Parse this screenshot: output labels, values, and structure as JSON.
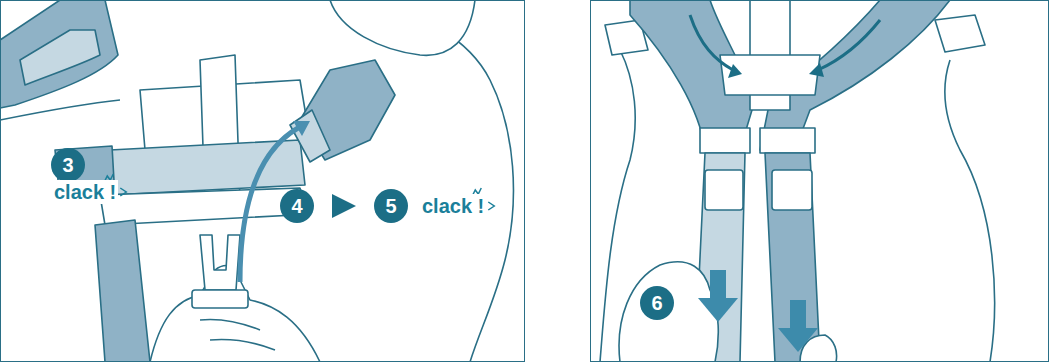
{
  "diagram": {
    "nodes": [
      {
        "text": [
          "3"
        ]
      },
      {
        "text": [
          "4"
        ]
      },
      {
        "text": [
          "5"
        ]
      },
      {
        "text": [
          "6"
        ]
      }
    ],
    "edges": [
      {
        "from": 1,
        "to": 2,
        "arrow": "to"
      }
    ],
    "labels": [
      "clack !",
      "clack !"
    ]
  }
}
